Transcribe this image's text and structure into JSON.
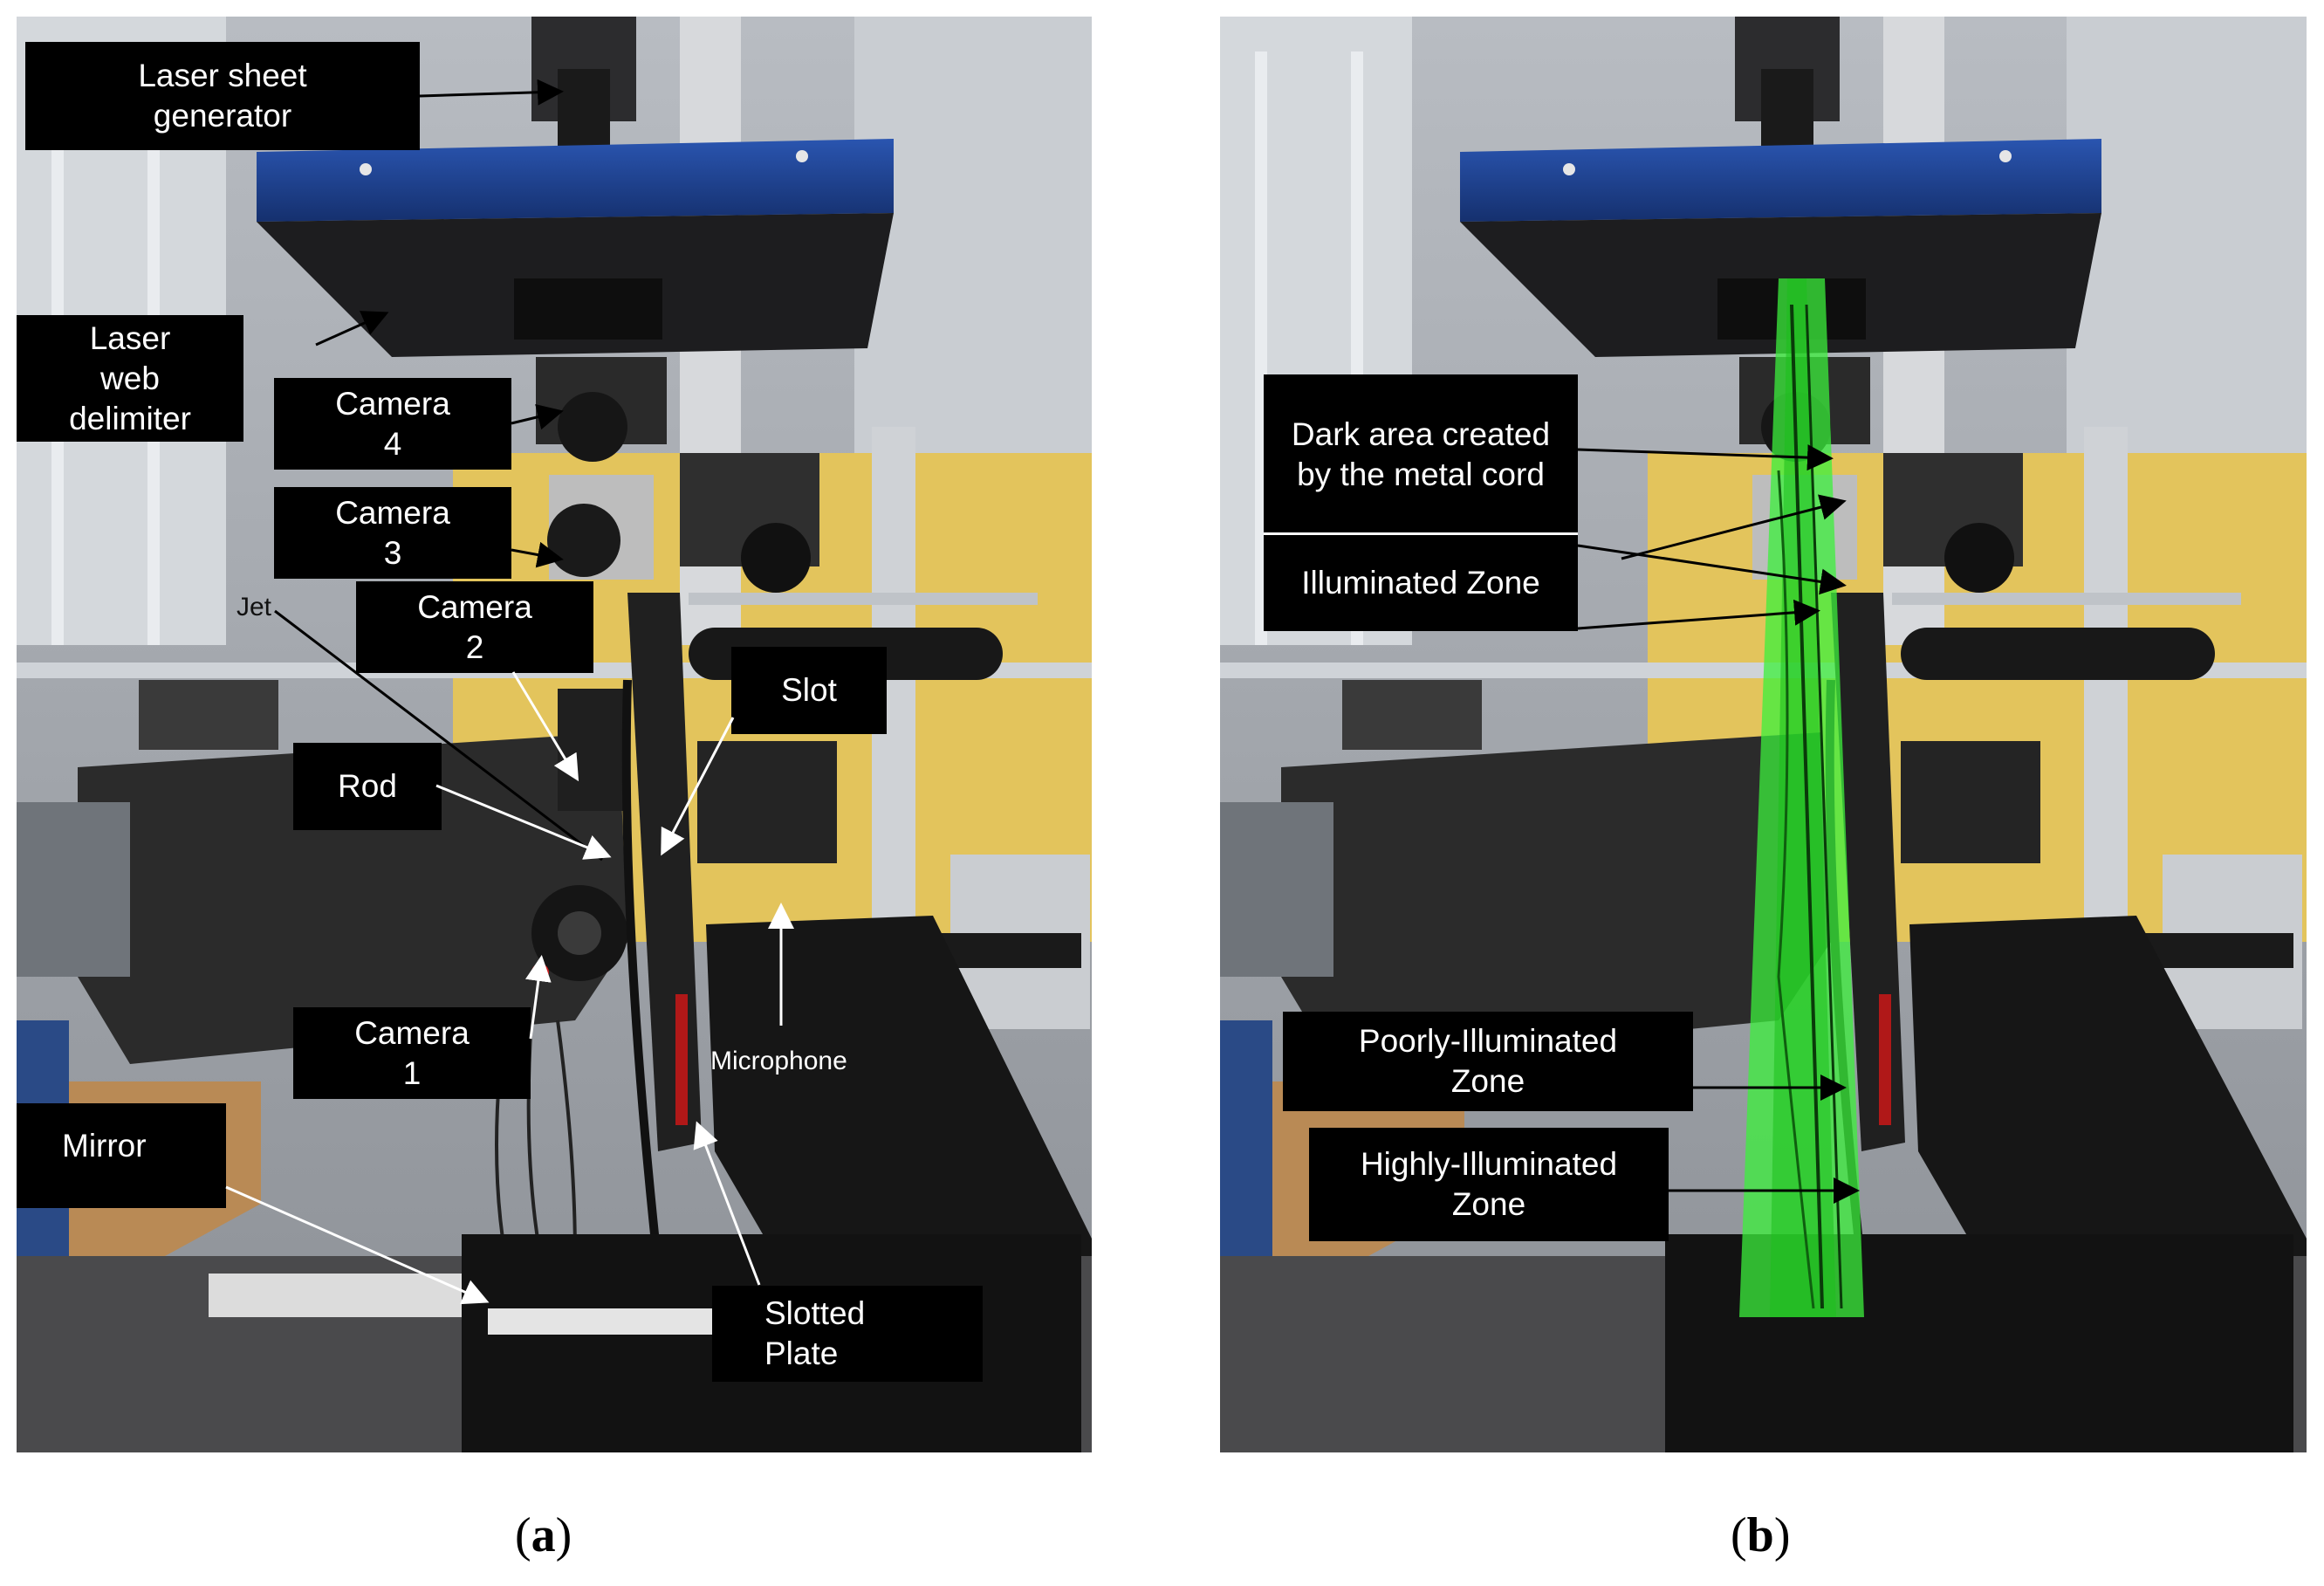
{
  "colors": {
    "laser_green": "#3cf03c",
    "label_bg": "#000000",
    "label_text": "#ffffff",
    "housing_blue": "#1f3f8f",
    "wall_yellow": "#e8c860"
  },
  "panel_a": {
    "labels": {
      "laser_sheet_generator": [
        "Laser sheet",
        "generator"
      ],
      "laser_web_delimiter": [
        "Laser",
        "web",
        "delimiter"
      ],
      "camera_4": [
        "Camera",
        "4"
      ],
      "camera_3": [
        "Camera",
        "3"
      ],
      "camera_2": [
        "Camera",
        "2"
      ],
      "jet": "Jet",
      "slot": "Slot",
      "rod": "Rod",
      "camera_1": [
        "Camera",
        "1"
      ],
      "microphone": "Microphone",
      "mirror": "Mirror",
      "slotted_plate": [
        "Slotted",
        "Plate"
      ]
    },
    "caption_letter": "a"
  },
  "panel_b": {
    "labels": {
      "dark_area": [
        "Dark area created",
        "by the metal cord"
      ],
      "illuminated_zone": "Illuminated  Zone",
      "poorly_illuminated": [
        "Poorly-Illuminated",
        "Zone"
      ],
      "highly_illuminated": [
        "Highly-Illuminated",
        "Zone"
      ]
    },
    "caption_letter": "b"
  }
}
